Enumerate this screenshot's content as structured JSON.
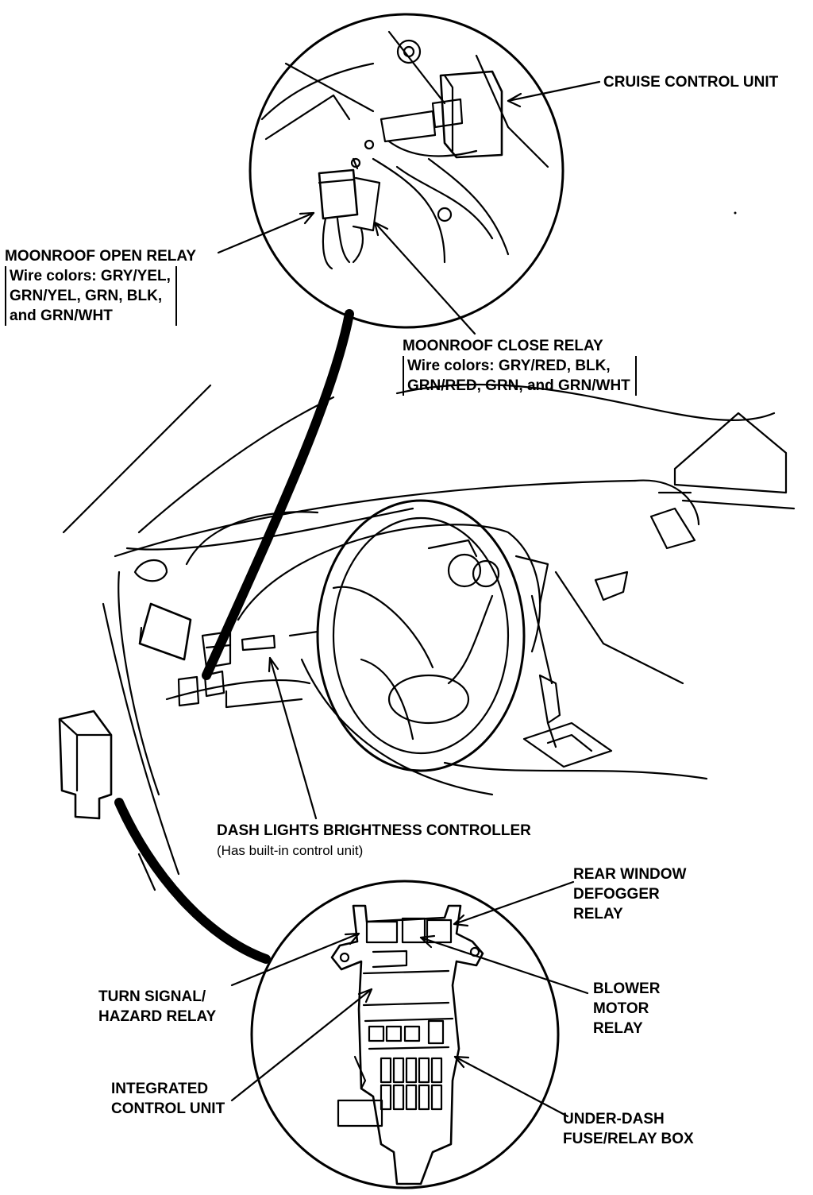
{
  "labels": {
    "cruise_control_unit": "CRUISE CONTROL UNIT",
    "moonroof_open_relay": {
      "title": "MOONROOF OPEN RELAY",
      "lines": [
        "Wire colors: GRY/YEL,",
        "GRN/YEL, GRN, BLK,",
        "and GRN/WHT"
      ]
    },
    "moonroof_close_relay": {
      "title": "MOONROOF CLOSE RELAY",
      "lines": [
        "Wire colors: GRY/RED, BLK,",
        "GRN/RED, GRN, and GRN/WHT"
      ]
    },
    "dash_lights_controller": {
      "title": "DASH LIGHTS BRIGHTNESS CONTROLLER",
      "note": "(Has built-in control unit)"
    },
    "rear_window_defogger_relay": [
      "REAR WINDOW",
      "DEFOGGER",
      "RELAY"
    ],
    "turn_signal_hazard_relay": [
      "TURN SIGNAL/",
      "HAZARD RELAY"
    ],
    "blower_motor_relay": [
      "BLOWER",
      "MOTOR",
      "RELAY"
    ],
    "integrated_control_unit": [
      "INTEGRATED",
      "CONTROL UNIT"
    ],
    "under_dash_fuse_relay_box": [
      "UNDER-DASH",
      "FUSE/RELAY BOX"
    ]
  },
  "colors": {
    "ink": "#000000",
    "paper": "#ffffff"
  }
}
